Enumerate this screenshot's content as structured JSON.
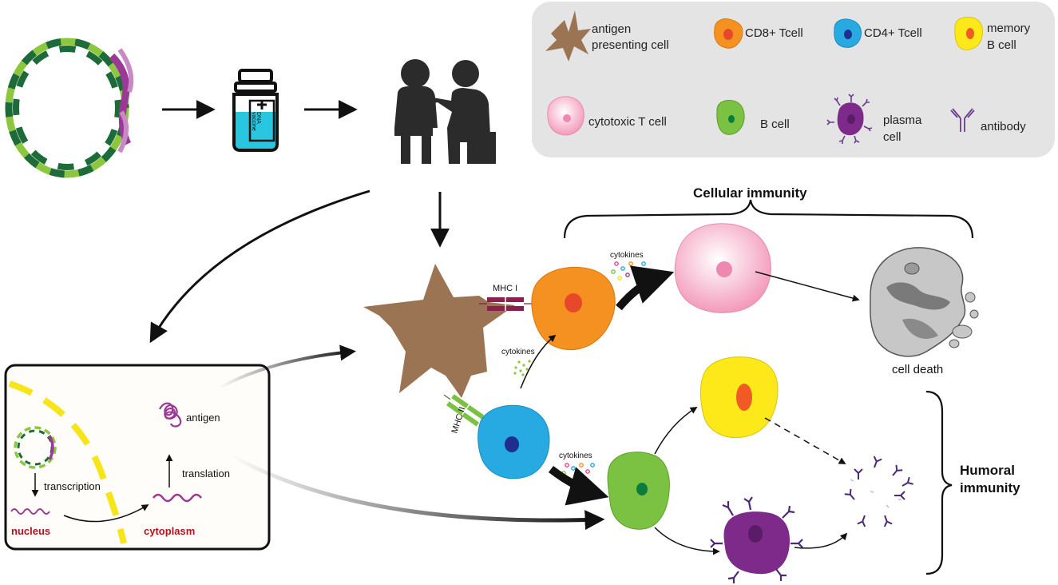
{
  "legend": {
    "items": [
      {
        "key": "apc",
        "label_line1": "antigen",
        "label_line2": "presenting cell"
      },
      {
        "key": "cd8",
        "label_line1": "CD8+ Tcell",
        "label_line2": ""
      },
      {
        "key": "cd4",
        "label_line1": "CD4+ Tcell",
        "label_line2": ""
      },
      {
        "key": "memory_b",
        "label_line1": "memory",
        "label_line2": "B cell"
      },
      {
        "key": "cytotoxic",
        "label_line1": "cytotoxic T cell",
        "label_line2": ""
      },
      {
        "key": "b_cell",
        "label_line1": "B cell",
        "label_line2": ""
      },
      {
        "key": "plasma",
        "label_line1": "plasma",
        "label_line2": "cell"
      },
      {
        "key": "antibody",
        "label_line1": "antibody",
        "label_line2": ""
      }
    ]
  },
  "vial": {
    "label_line1": "DNA",
    "label_line2": "vaccine"
  },
  "cell_box": {
    "transcription": "transcription",
    "translation": "translation",
    "antigen": "antigen",
    "nucleus": "nucleus",
    "cytoplasm": "cytoplasm"
  },
  "labels": {
    "mhc1": "MHC I",
    "mhc2": "MHC II",
    "cytokines": "cytokines",
    "cellular_immunity": "Cellular immunity",
    "humoral_line1": "Humoral",
    "humoral_line2": "immunity",
    "cell_death": "cell death"
  },
  "colors": {
    "apc": "#9b7553",
    "cd8": "#f49120",
    "cd8_nucleus": "#e8482a",
    "cd4": "#27a9e1",
    "cd4_nucleus": "#1f2e8f",
    "memory_b": "#fde81a",
    "memory_b_nucleus": "#f05a24",
    "cytotoxic": "#f7b9cd",
    "cytotoxic_nucleus": "#ee88b0",
    "b_cell": "#7cc242",
    "b_cell_nucleus": "#0c7b3e",
    "plasma": "#7d2a8b",
    "antibody": "#6b3c8e",
    "mhc1": "#8b1f4f",
    "mhc2": "#7cc242",
    "nucleus_text": "#b5121b",
    "dna_dark": "#1e6b3a",
    "dna_light": "#8dc63f",
    "dna_purple": "#9b3a96",
    "legend_bg": "#e4e4e4"
  }
}
